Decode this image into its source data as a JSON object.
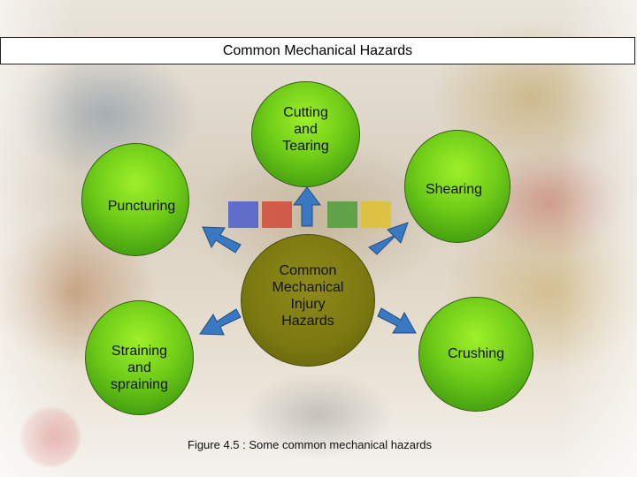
{
  "title": "Common Mechanical Hazards",
  "center": {
    "label_lines": [
      "Common",
      "Mechanical",
      "Injury",
      "Hazards"
    ]
  },
  "nodes": {
    "cutting": {
      "label_lines": [
        "Cutting",
        "and",
        "Tearing"
      ]
    },
    "shearing": {
      "label_lines": [
        "Shearing"
      ]
    },
    "puncturing": {
      "label_lines": [
        "Puncturing"
      ]
    },
    "crushing": {
      "label_lines": [
        "Crushing"
      ]
    },
    "straining": {
      "label_lines": [
        "Straining",
        "and",
        "spraining"
      ]
    }
  },
  "caption": "Figure 4.5 : Some common mechanical hazards",
  "colors": {
    "node_fill": "#6fcc18",
    "center_fill": "#7a7810",
    "arrow_fill": "#3a78c2"
  }
}
